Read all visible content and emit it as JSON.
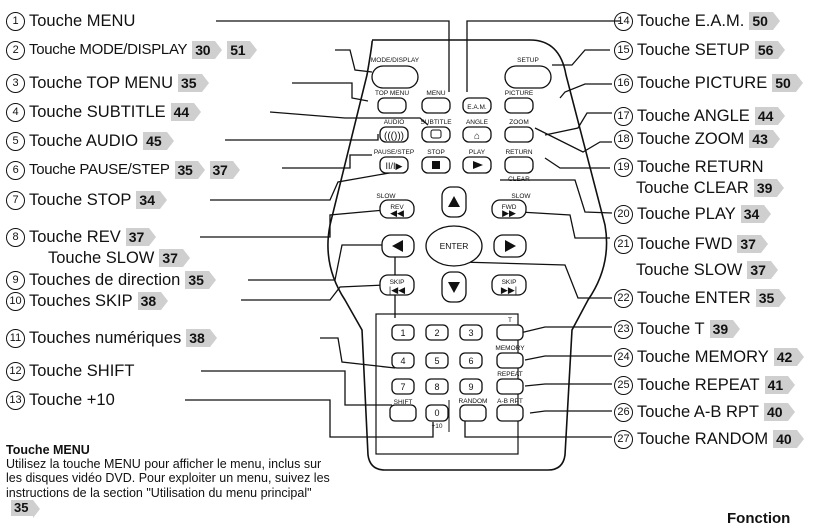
{
  "remote": {
    "buttons": {
      "mode_display": "MODE/DISPLAY",
      "setup": "SETUP",
      "top_menu": "TOP MENU",
      "menu": "MENU",
      "eam": "E.A.M.",
      "picture": "PICTURE",
      "audio": "AUDIO",
      "subtitle": "SUBTITLE",
      "angle": "ANGLE",
      "zoom": "ZOOM",
      "pause_step": "PAUSE/STEP",
      "stop": "STOP",
      "play": "PLAY",
      "return": "RETURN",
      "clear": "CLEAR",
      "slow_left": "SLOW",
      "slow_right": "SLOW",
      "rev": "REV",
      "fwd": "FWD",
      "enter": "ENTER",
      "skip_left": "SKIP",
      "skip_right": "SKIP",
      "t": "T",
      "memory": "MEMORY",
      "repeat": "REPEAT",
      "shift": "SHIFT",
      "random": "RANDOM",
      "ab_rpt": "A-B RPT",
      "zero": "0",
      "plus10": "+10"
    },
    "numpad": [
      "1",
      "2",
      "3",
      "4",
      "5",
      "6",
      "7",
      "8",
      "9"
    ]
  },
  "labels_left": [
    {
      "num": "1",
      "text": "Touche MENU",
      "pages": []
    },
    {
      "num": "2",
      "text": "Touche MODE/DISPLAY",
      "pages": [
        "30",
        "51"
      ]
    },
    {
      "num": "3",
      "text": "Touche TOP MENU",
      "pages": [
        "35"
      ]
    },
    {
      "num": "4",
      "text": "Touche SUBTITLE",
      "pages": [
        "44"
      ]
    },
    {
      "num": "5",
      "text": "Touche AUDIO",
      "pages": [
        "45"
      ]
    },
    {
      "num": "6",
      "text": "Touche PAUSE/STEP",
      "pages": [
        "35",
        "37"
      ]
    },
    {
      "num": "7",
      "text": "Touche STOP",
      "pages": [
        "34"
      ]
    },
    {
      "num": "8",
      "text": "Touche REV",
      "pages": [
        "37"
      ]
    },
    {
      "num": "",
      "text": "Touche SLOW",
      "pages": [
        "37"
      ]
    },
    {
      "num": "9",
      "text": "Touches de direction",
      "pages": [
        "35"
      ]
    },
    {
      "num": "10",
      "text": "Touches SKIP",
      "pages": [
        "38"
      ]
    },
    {
      "num": "11",
      "text": "Touches numériques",
      "pages": [
        "38"
      ]
    },
    {
      "num": "12",
      "text": "Touche SHIFT",
      "pages": []
    },
    {
      "num": "13",
      "text": "Touche +10",
      "pages": []
    }
  ],
  "labels_right": [
    {
      "num": "14",
      "text": "Touche E.A.M.",
      "pages": [
        "50"
      ]
    },
    {
      "num": "15",
      "text": "Touche SETUP",
      "pages": [
        "56"
      ]
    },
    {
      "num": "16",
      "text": "Touche PICTURE",
      "pages": [
        "50"
      ]
    },
    {
      "num": "17",
      "text": "Touche ANGLE",
      "pages": [
        "44"
      ]
    },
    {
      "num": "18",
      "text": "Touche ZOOM",
      "pages": [
        "43"
      ]
    },
    {
      "num": "19",
      "text": "Touche RETURN",
      "pages": []
    },
    {
      "num": "",
      "text": "Touche CLEAR",
      "pages": [
        "39"
      ]
    },
    {
      "num": "20",
      "text": "Touche PLAY",
      "pages": [
        "34"
      ]
    },
    {
      "num": "21",
      "text": "Touche FWD",
      "pages": [
        "37"
      ]
    },
    {
      "num": "",
      "text": "Touche SLOW",
      "pages": [
        "37"
      ]
    },
    {
      "num": "22",
      "text": "Touche ENTER",
      "pages": [
        "35"
      ]
    },
    {
      "num": "23",
      "text": "Touche T",
      "pages": [
        "39"
      ]
    },
    {
      "num": "24",
      "text": "Touche MEMORY",
      "pages": [
        "42"
      ]
    },
    {
      "num": "25",
      "text": "Touche REPEAT",
      "pages": [
        "41"
      ]
    },
    {
      "num": "26",
      "text": "Touche A-B RPT",
      "pages": [
        "40"
      ]
    },
    {
      "num": "27",
      "text": "Touche RANDOM",
      "pages": [
        "40"
      ]
    }
  ],
  "note": {
    "title": "Touche MENU",
    "body": "Utilisez la touche MENU pour afficher le menu, inclus sur les disques vidéo DVD. Pour exploiter un menu, suivez les instructions de la section \"Utilisation du menu principal\"",
    "page": "35"
  },
  "footer": {
    "title": "Fonction"
  }
}
